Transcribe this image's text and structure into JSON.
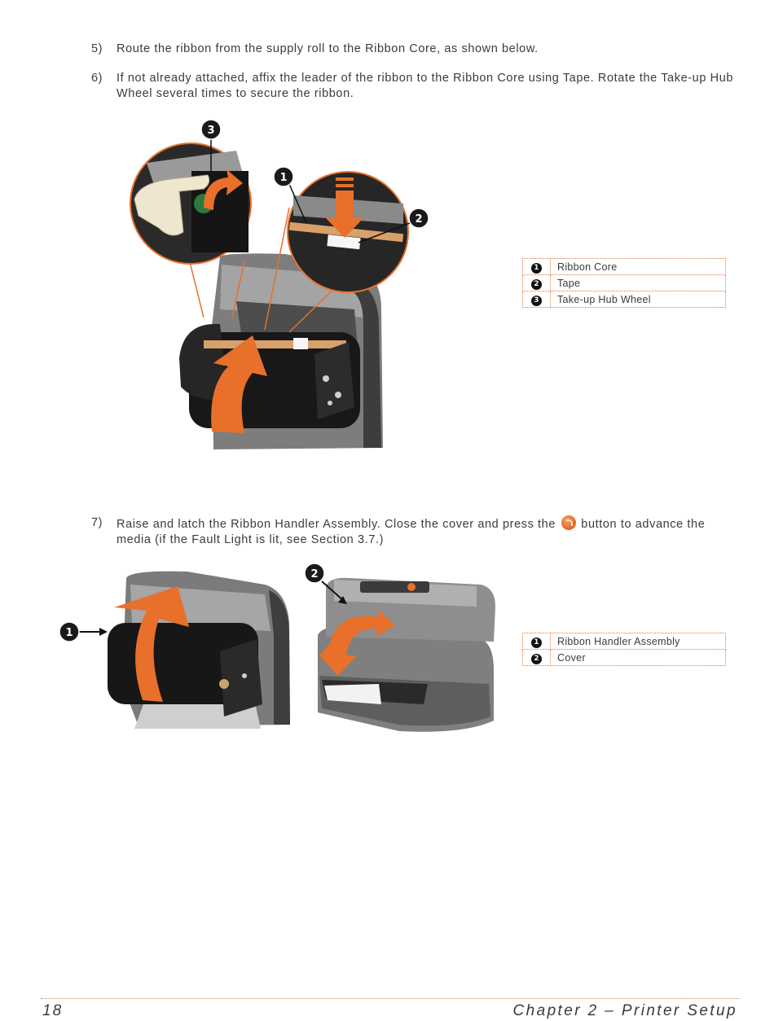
{
  "steps": [
    {
      "num": "5)",
      "text": "Route the ribbon from the supply roll to the Ribbon Core, as shown below."
    },
    {
      "num": "6)",
      "text": "If not already attached, affix the leader of the ribbon to the Ribbon Core using Tape. Rotate the Take-up Hub Wheel several times to secure the ribbon."
    },
    {
      "num": "7)",
      "text_before": "Raise and latch the Ribbon Handler Assembly. Close the cover and press the",
      "text_after": "button to advance the media (if the Fault Light is lit, see Section 3.7.)"
    }
  ],
  "figure1": {
    "callouts": [
      "1",
      "2",
      "3"
    ],
    "legend": [
      {
        "num": "1",
        "label": "Ribbon Core"
      },
      {
        "num": "2",
        "label": "Tape"
      },
      {
        "num": "3",
        "label": "Take-up Hub Wheel"
      }
    ]
  },
  "figure2": {
    "callouts": [
      "1",
      "2"
    ],
    "legend": [
      {
        "num": "1",
        "label": "Ribbon Handler Assembly"
      },
      {
        "num": "2",
        "label": "Cover"
      }
    ]
  },
  "footer": {
    "page": "18",
    "chapter": "Chapter 2 – Printer Setup"
  },
  "colors": {
    "accent": "#e8702a",
    "printer_gray": "#8c8c8c",
    "dark": "#1e1e1e"
  },
  "icons": {
    "feed_button": "feed-button-icon"
  }
}
